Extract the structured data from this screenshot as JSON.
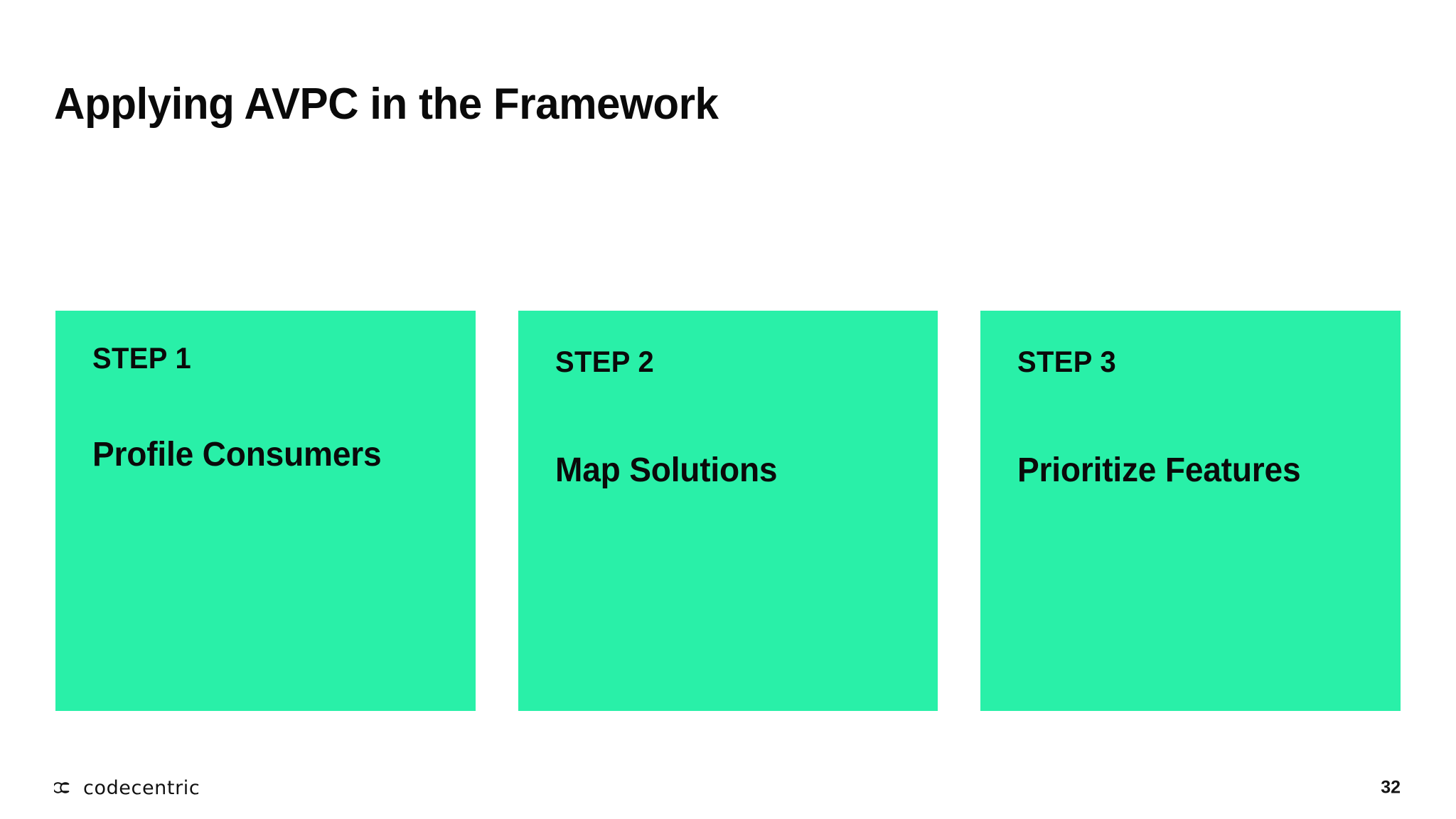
{
  "slide": {
    "title": "Applying AVPC in the Framework",
    "page_number": "32",
    "background_color": "#FFFFFF",
    "accent_color": "#29F0A8",
    "text_color": "#0A0A0A"
  },
  "cards": [
    {
      "eyebrow": "STEP 1",
      "heading": "Profile Consumers"
    },
    {
      "eyebrow": "STEP 2",
      "heading": "Map Solutions"
    },
    {
      "eyebrow": "STEP 3",
      "heading": "Prioritize Features"
    }
  ],
  "footer": {
    "logo_text": "codecentric",
    "logo_icon": "codecentric-loop-mark"
  }
}
